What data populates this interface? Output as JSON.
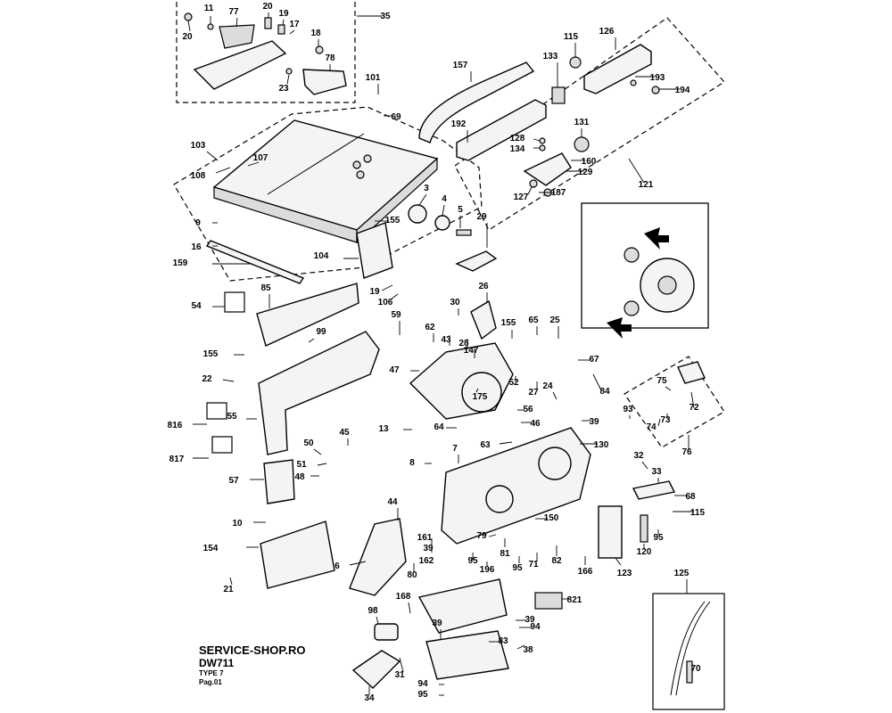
{
  "footer": {
    "site": "SERVICE-SHOP.RO",
    "model": "DW711",
    "type": "TYPE 7",
    "page": "Pag.01"
  },
  "callouts": [
    {
      "n": "20"
    },
    {
      "n": "11"
    },
    {
      "n": "77"
    },
    {
      "n": "20"
    },
    {
      "n": "19"
    },
    {
      "n": "17"
    },
    {
      "n": "35"
    },
    {
      "n": "18"
    },
    {
      "n": "78"
    },
    {
      "n": "23"
    },
    {
      "n": "101"
    },
    {
      "n": "69"
    },
    {
      "n": "157"
    },
    {
      "n": "133"
    },
    {
      "n": "115"
    },
    {
      "n": "126"
    },
    {
      "n": "193"
    },
    {
      "n": "194"
    },
    {
      "n": "192"
    },
    {
      "n": "131"
    },
    {
      "n": "128"
    },
    {
      "n": "134"
    },
    {
      "n": "160"
    },
    {
      "n": "129"
    },
    {
      "n": "121"
    },
    {
      "n": "127"
    },
    {
      "n": "187"
    },
    {
      "n": "103"
    },
    {
      "n": "107"
    },
    {
      "n": "108"
    },
    {
      "n": "3"
    },
    {
      "n": "4"
    },
    {
      "n": "5"
    },
    {
      "n": "29"
    },
    {
      "n": "9"
    },
    {
      "n": "155"
    },
    {
      "n": "16"
    },
    {
      "n": "104"
    },
    {
      "n": "159"
    },
    {
      "n": "85"
    },
    {
      "n": "19"
    },
    {
      "n": "106"
    },
    {
      "n": "54"
    },
    {
      "n": "26"
    },
    {
      "n": "30"
    },
    {
      "n": "59"
    },
    {
      "n": "62"
    },
    {
      "n": "43"
    },
    {
      "n": "28"
    },
    {
      "n": "155"
    },
    {
      "n": "65"
    },
    {
      "n": "25"
    },
    {
      "n": "99"
    },
    {
      "n": "155"
    },
    {
      "n": "147"
    },
    {
      "n": "67"
    },
    {
      "n": "47"
    },
    {
      "n": "22"
    },
    {
      "n": "52"
    },
    {
      "n": "27"
    },
    {
      "n": "24"
    },
    {
      "n": "84"
    },
    {
      "n": "175"
    },
    {
      "n": "75"
    },
    {
      "n": "56"
    },
    {
      "n": "93"
    },
    {
      "n": "72"
    },
    {
      "n": "55"
    },
    {
      "n": "816"
    },
    {
      "n": "46"
    },
    {
      "n": "39"
    },
    {
      "n": "74"
    },
    {
      "n": "73"
    },
    {
      "n": "64"
    },
    {
      "n": "13"
    },
    {
      "n": "45"
    },
    {
      "n": "50"
    },
    {
      "n": "63"
    },
    {
      "n": "130"
    },
    {
      "n": "76"
    },
    {
      "n": "817"
    },
    {
      "n": "51"
    },
    {
      "n": "7"
    },
    {
      "n": "8"
    },
    {
      "n": "32"
    },
    {
      "n": "48"
    },
    {
      "n": "57"
    },
    {
      "n": "33"
    },
    {
      "n": "68"
    },
    {
      "n": "44"
    },
    {
      "n": "10"
    },
    {
      "n": "150"
    },
    {
      "n": "115"
    },
    {
      "n": "161"
    },
    {
      "n": "79"
    },
    {
      "n": "95"
    },
    {
      "n": "154"
    },
    {
      "n": "39"
    },
    {
      "n": "81"
    },
    {
      "n": "95"
    },
    {
      "n": "71"
    },
    {
      "n": "82"
    },
    {
      "n": "166"
    },
    {
      "n": "123"
    },
    {
      "n": "120"
    },
    {
      "n": "6"
    },
    {
      "n": "162"
    },
    {
      "n": "95"
    },
    {
      "n": "196"
    },
    {
      "n": "80"
    },
    {
      "n": "125"
    },
    {
      "n": "21"
    },
    {
      "n": "168"
    },
    {
      "n": "821"
    },
    {
      "n": "98"
    },
    {
      "n": "39"
    },
    {
      "n": "39"
    },
    {
      "n": "94"
    },
    {
      "n": "83"
    },
    {
      "n": "38"
    },
    {
      "n": "70"
    },
    {
      "n": "94"
    },
    {
      "n": "31"
    },
    {
      "n": "95"
    },
    {
      "n": "34"
    }
  ]
}
